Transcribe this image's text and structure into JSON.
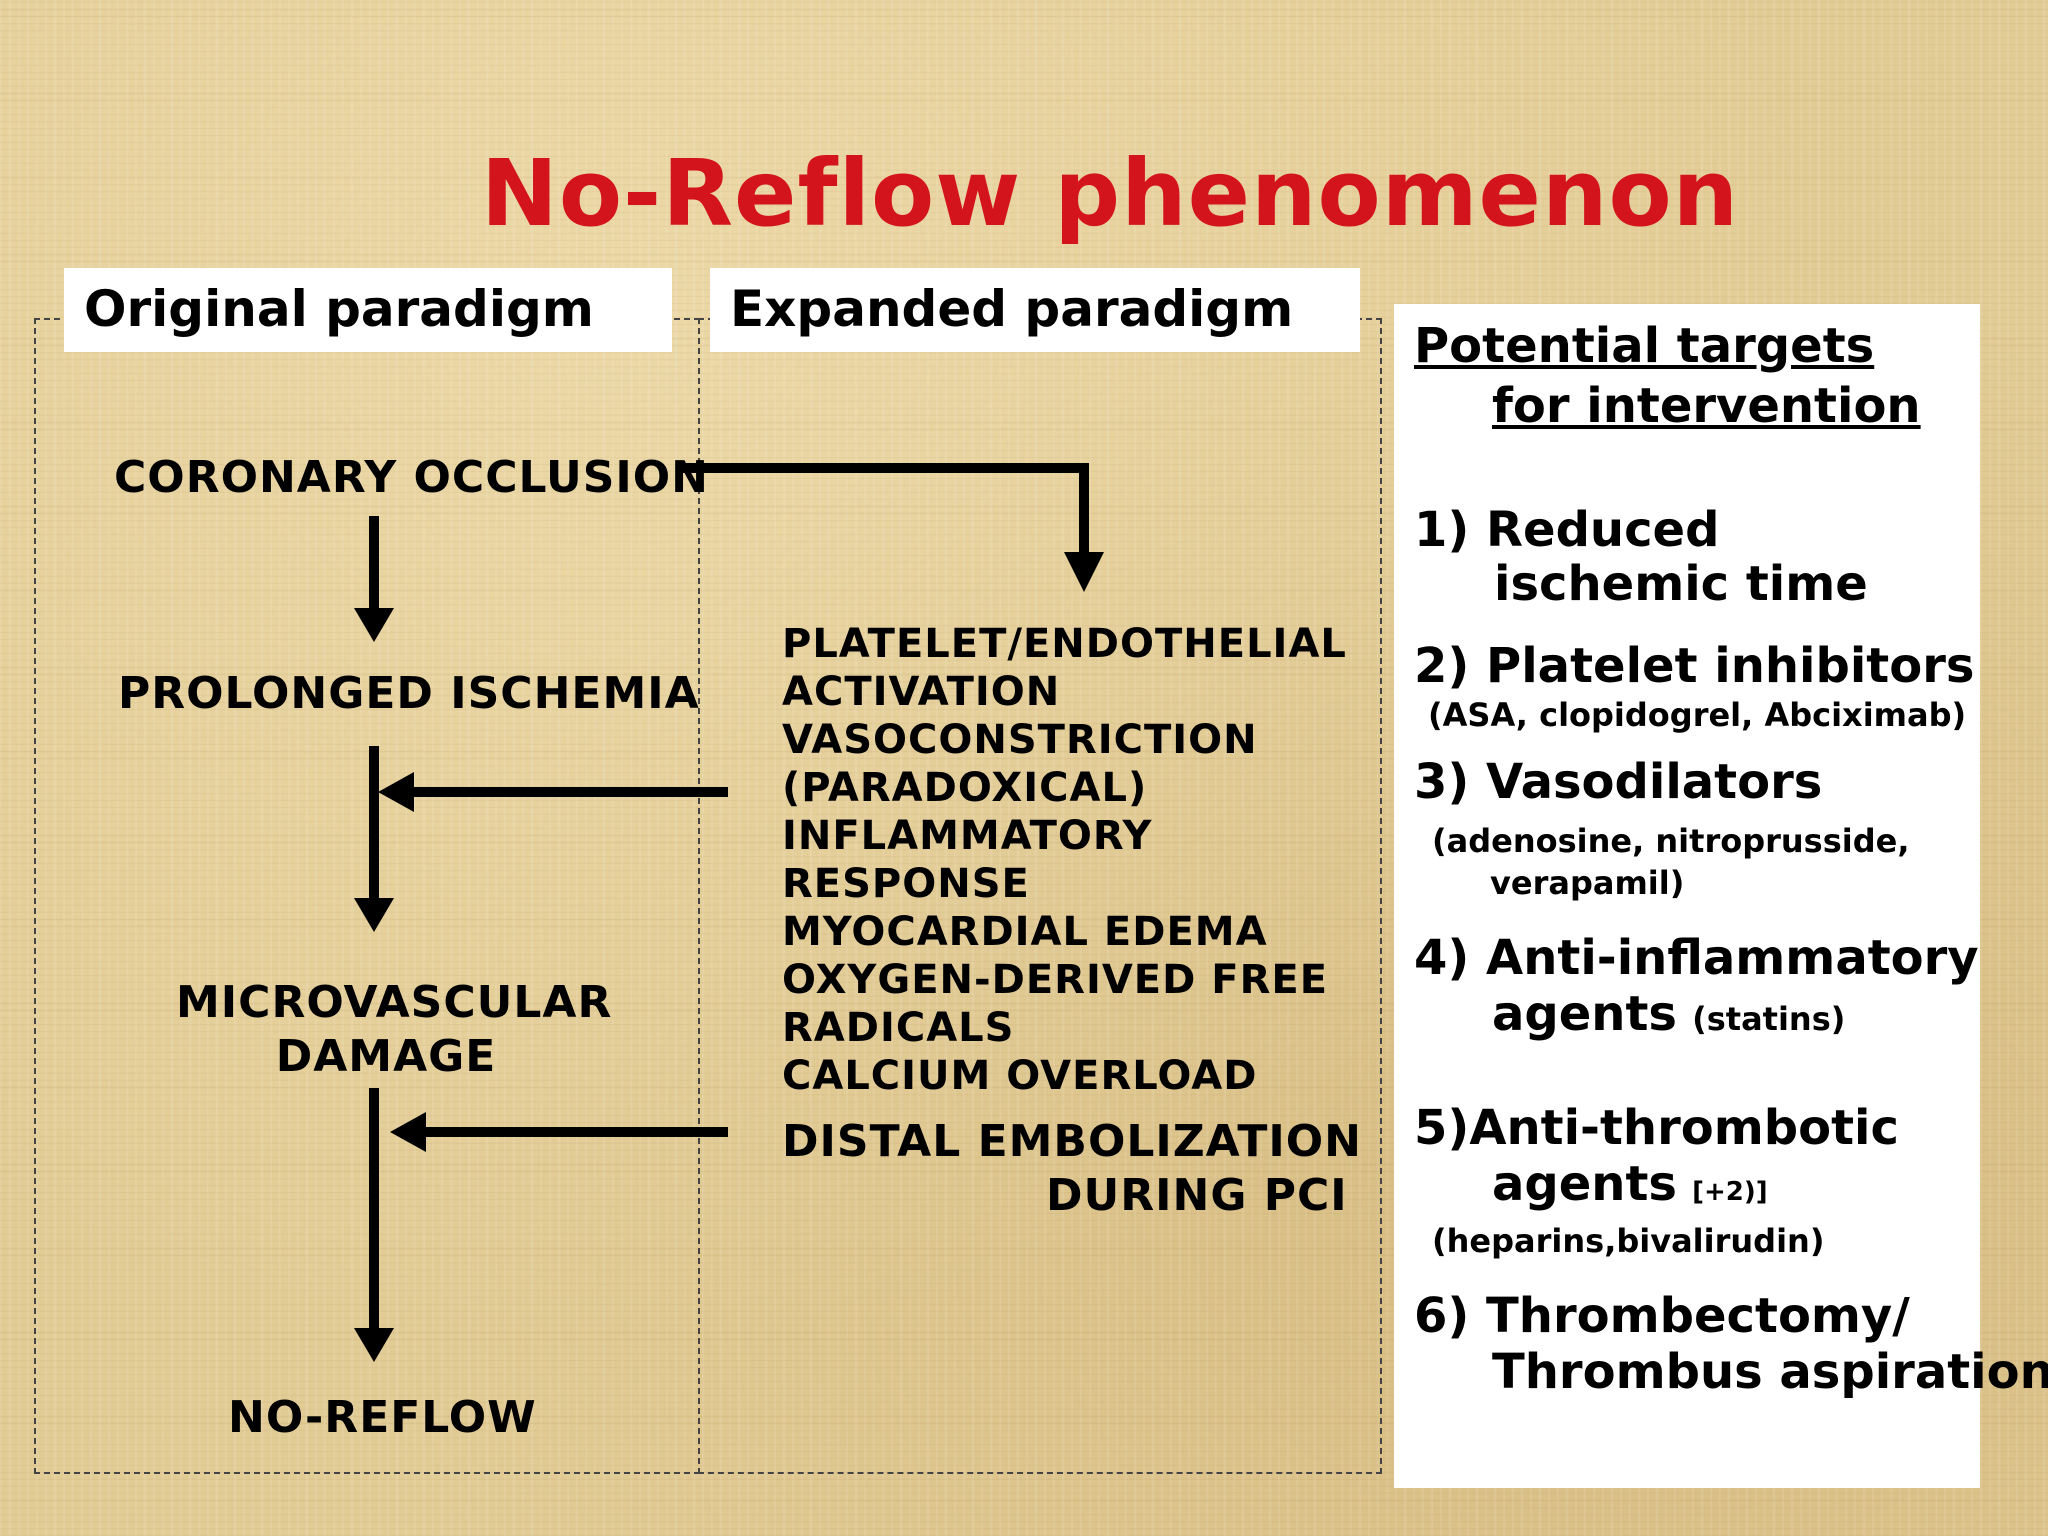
{
  "title": "No-Reflow phenomenon",
  "original_header": "Original paradigm",
  "expanded_header": "Expanded paradigm",
  "flow": {
    "coronary_occlusion": "CORONARY OCCLUSION",
    "prolonged_ischemia": "PROLONGED ISCHEMIA",
    "microvascular_1": "MICROVASCULAR",
    "microvascular_2": "DAMAGE",
    "no_reflow": "NO-REFLOW"
  },
  "mechanisms": [
    "PLATELET/ENDOTHELIAL",
    "ACTIVATION",
    "VASOCONSTRICTION",
    "(PARADOXICAL)",
    "INFLAMMATORY RESPONSE",
    "MYOCARDIAL EDEMA",
    "OXYGEN-DERIVED FREE",
    "RADICALS",
    "CALCIUM OVERLOAD"
  ],
  "distal": {
    "line1": "DISTAL EMBOLIZATION",
    "line2": "DURING PCI"
  },
  "targets": {
    "heading_1": "Potential targets",
    "heading_2": "for intervention",
    "t1_a": "1)  Reduced",
    "t1_b": "ischemic time",
    "t2_a": "2) Platelet inhibitors",
    "t2_sub": "(ASA, clopidogrel, Abciximab)",
    "t3_a": "3) Vasodilators",
    "t3_sub1": "(adenosine, nitroprusside,",
    "t3_sub2": "verapamil)",
    "t4_a": "4) Anti-inflammatory",
    "t4_b": "agents",
    "t4_sub": "(statins)",
    "t5_a": "5)Anti-thrombotic",
    "t5_b": "agents",
    "t5_note": "[+2)]",
    "t5_sub": "(heparins,bivalirudin)",
    "t6_a": "6) Thrombectomy/",
    "t6_b": "Thrombus aspiration"
  },
  "colors": {
    "title": "#d4141c",
    "background": "#e2cc96",
    "panel": "#ffffff",
    "text": "#000000"
  }
}
